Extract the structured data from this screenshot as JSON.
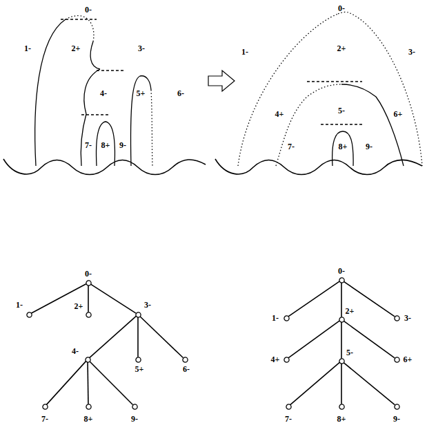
{
  "diagram": {
    "nodes": [
      {
        "text": [
          "0-"
        ]
      },
      {
        "text": [
          "1-"
        ]
      },
      {
        "text": [
          "2+"
        ]
      },
      {
        "text": [
          "3-"
        ]
      },
      {
        "text": [
          "4-"
        ]
      },
      {
        "text": [
          "5+"
        ]
      },
      {
        "text": [
          "6-"
        ]
      },
      {
        "text": [
          "7-"
        ]
      },
      {
        "text": [
          "8+"
        ]
      },
      {
        "text": [
          "9-"
        ]
      },
      {
        "text": [
          "0-"
        ]
      },
      {
        "text": [
          "1-"
        ]
      },
      {
        "text": [
          "2+"
        ]
      },
      {
        "text": [
          "3-"
        ]
      },
      {
        "text": [
          "4+"
        ]
      },
      {
        "text": [
          "5-"
        ]
      },
      {
        "text": [
          "6+"
        ]
      },
      {
        "text": [
          "7-"
        ]
      },
      {
        "text": [
          "8+"
        ]
      },
      {
        "text": [
          "9-"
        ]
      }
    ],
    "edges": [
      {
        "from": 0,
        "to": 1,
        "arrow": "none"
      },
      {
        "from": 0,
        "to": 2,
        "arrow": "none"
      },
      {
        "from": 0,
        "to": 3,
        "arrow": "none"
      },
      {
        "from": 3,
        "to": 4,
        "arrow": "none"
      },
      {
        "from": 3,
        "to": 5,
        "arrow": "none"
      },
      {
        "from": 3,
        "to": 6,
        "arrow": "none"
      },
      {
        "from": 4,
        "to": 7,
        "arrow": "none"
      },
      {
        "from": 4,
        "to": 8,
        "arrow": "none"
      },
      {
        "from": 4,
        "to": 9,
        "arrow": "none"
      },
      {
        "from": 10,
        "to": 11,
        "arrow": "none"
      },
      {
        "from": 10,
        "to": 12,
        "arrow": "none"
      },
      {
        "from": 10,
        "to": 13,
        "arrow": "none"
      },
      {
        "from": 12,
        "to": 14,
        "arrow": "none"
      },
      {
        "from": 12,
        "to": 15,
        "arrow": "none"
      },
      {
        "from": 12,
        "to": 16,
        "arrow": "none"
      },
      {
        "from": 15,
        "to": 17,
        "arrow": "none"
      },
      {
        "from": 15,
        "to": 18,
        "arrow": "none"
      },
      {
        "from": 15,
        "to": 19,
        "arrow": "none"
      }
    ],
    "labels": [
      "0-",
      "1-",
      "2+",
      "3-",
      "4-",
      "5+",
      "6-",
      "7-",
      "8+",
      "9-",
      "0-",
      "1-",
      "2+",
      "3-",
      "4+",
      "5-",
      "6+",
      "7-",
      "8+",
      "9-"
    ]
  }
}
